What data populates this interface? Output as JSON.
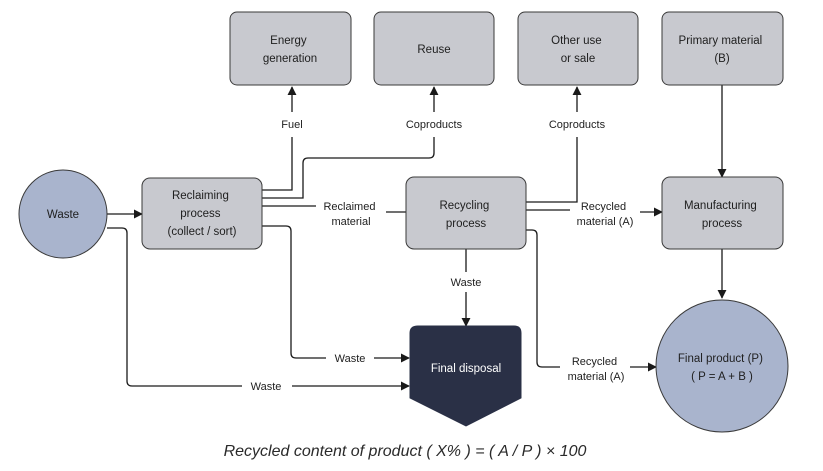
{
  "nodes": {
    "waste_source": {
      "lines": [
        "Waste"
      ]
    },
    "reclaiming": {
      "lines": [
        "Reclaiming",
        "process",
        "(collect / sort)"
      ]
    },
    "energy": {
      "lines": [
        "Energy",
        "generation"
      ]
    },
    "reuse": {
      "lines": [
        "Reuse"
      ]
    },
    "other_use": {
      "lines": [
        "Other use",
        "or sale"
      ]
    },
    "primary_material": {
      "lines": [
        "Primary material",
        "(B)"
      ]
    },
    "recycling": {
      "lines": [
        "Recycling",
        "process"
      ]
    },
    "manufacturing": {
      "lines": [
        "Manufacturing",
        "process"
      ]
    },
    "final_disposal": {
      "lines": [
        "Final disposal"
      ]
    },
    "final_product": {
      "lines": [
        "Final product (P)",
        "( P = A + B )"
      ]
    }
  },
  "edge_labels": {
    "fuel": [
      "Fuel"
    ],
    "coproducts_1": [
      "Coproducts"
    ],
    "coproducts_2": [
      "Coproducts"
    ],
    "reclaimed_material": [
      "Reclaimed",
      "material"
    ],
    "recycled_material_a_top": [
      "Recycled",
      "material (A)"
    ],
    "waste_recycling": [
      "Waste"
    ],
    "waste_reclaiming": [
      "Waste"
    ],
    "waste_source": [
      "Waste"
    ],
    "recycled_material_a_bottom": [
      "Recycled",
      "material (A)"
    ]
  },
  "formula": "Recycled content of product ( X% ) = ( A / P ) × 100",
  "colors": {
    "box_fill": "#c8c9cf",
    "box_stroke": "#3a3a3a",
    "circle_fill": "#a9b4cd",
    "disposal_fill": "#2a3046",
    "disposal_text": "#ffffff",
    "line": "#1a1a1a"
  }
}
